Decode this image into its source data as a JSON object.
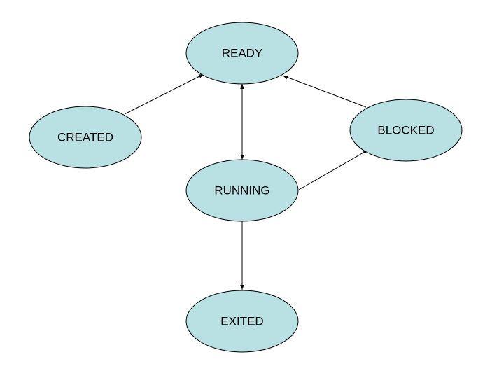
{
  "diagram": {
    "type": "state-diagram",
    "states": [
      {
        "id": "ready",
        "label": "READY"
      },
      {
        "id": "created",
        "label": "CREATED"
      },
      {
        "id": "blocked",
        "label": "BLOCKED"
      },
      {
        "id": "running",
        "label": "RUNNING"
      },
      {
        "id": "exited",
        "label": "EXITED"
      }
    ],
    "transitions": [
      {
        "from": "created",
        "to": "ready",
        "direction": "one-way"
      },
      {
        "from": "ready",
        "to": "running",
        "direction": "two-way"
      },
      {
        "from": "running",
        "to": "blocked",
        "direction": "one-way"
      },
      {
        "from": "blocked",
        "to": "ready",
        "direction": "one-way"
      },
      {
        "from": "running",
        "to": "exited",
        "direction": "one-way"
      }
    ],
    "colors": {
      "state_fill": "#b9e0e2",
      "stroke": "#000000",
      "background": "#ffffff"
    }
  }
}
